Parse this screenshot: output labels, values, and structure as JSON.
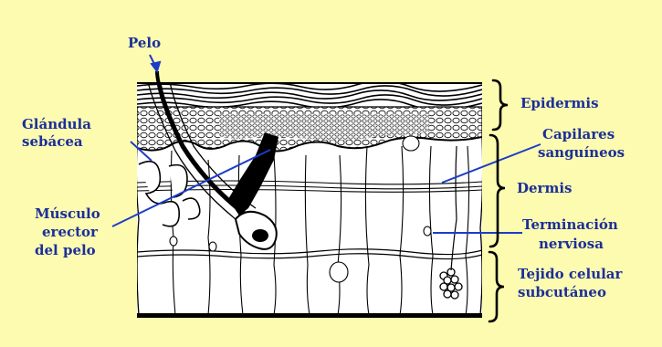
{
  "colors": {
    "background": "#fdfbb0",
    "label_text": "#1b2f99",
    "pointer_lines": "#1c3cc8",
    "drawing_ink": "#000000"
  },
  "labels": {
    "pelo": "Pelo",
    "glandula_line1": "Glándula",
    "glandula_line2": "sebácea",
    "musculo_line1": "Músculo",
    "musculo_line2": "erector",
    "musculo_line3": "del pelo",
    "epidermis": "Epidermis",
    "capilares_line1": "Capilares",
    "capilares_line2": "sanguíneos",
    "dermis": "Dermis",
    "terminacion_line1": "Terminación",
    "terminacion_line2": "nerviosa",
    "tejido_line1": "Tejido celular",
    "tejido_line2": "subcutáneo"
  }
}
